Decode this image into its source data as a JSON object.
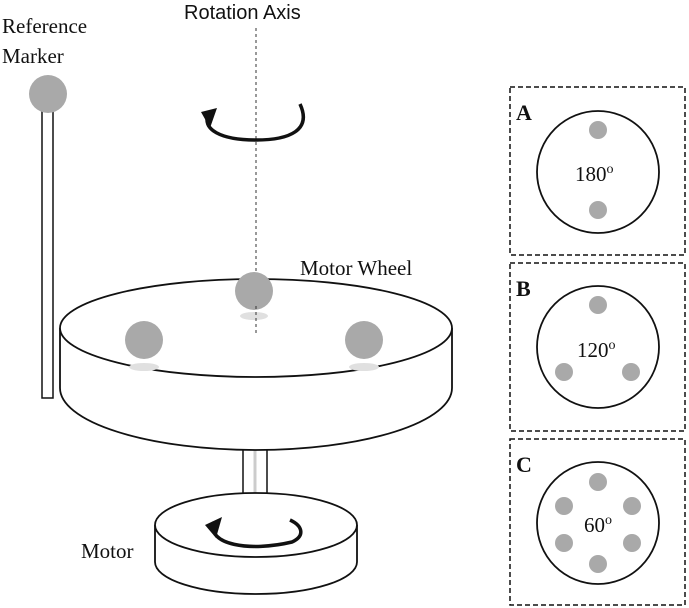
{
  "labels": {
    "rotation_axis": "Rotation Axis",
    "reference_line1": "Reference",
    "reference_line2": "Marker",
    "motor_wheel": "Motor Wheel",
    "motor": "Motor"
  },
  "panels": [
    {
      "letter": "A",
      "angle_text": "180",
      "degree_symbol": "o",
      "marker_count": 2
    },
    {
      "letter": "B",
      "angle_text": "120",
      "degree_symbol": "o",
      "marker_count": 3
    },
    {
      "letter": "C",
      "angle_text": "60",
      "degree_symbol": "o",
      "marker_count": 6
    }
  ],
  "colors": {
    "marker_fill": "#a9a9a9",
    "line": "#111111",
    "background": "#ffffff"
  }
}
